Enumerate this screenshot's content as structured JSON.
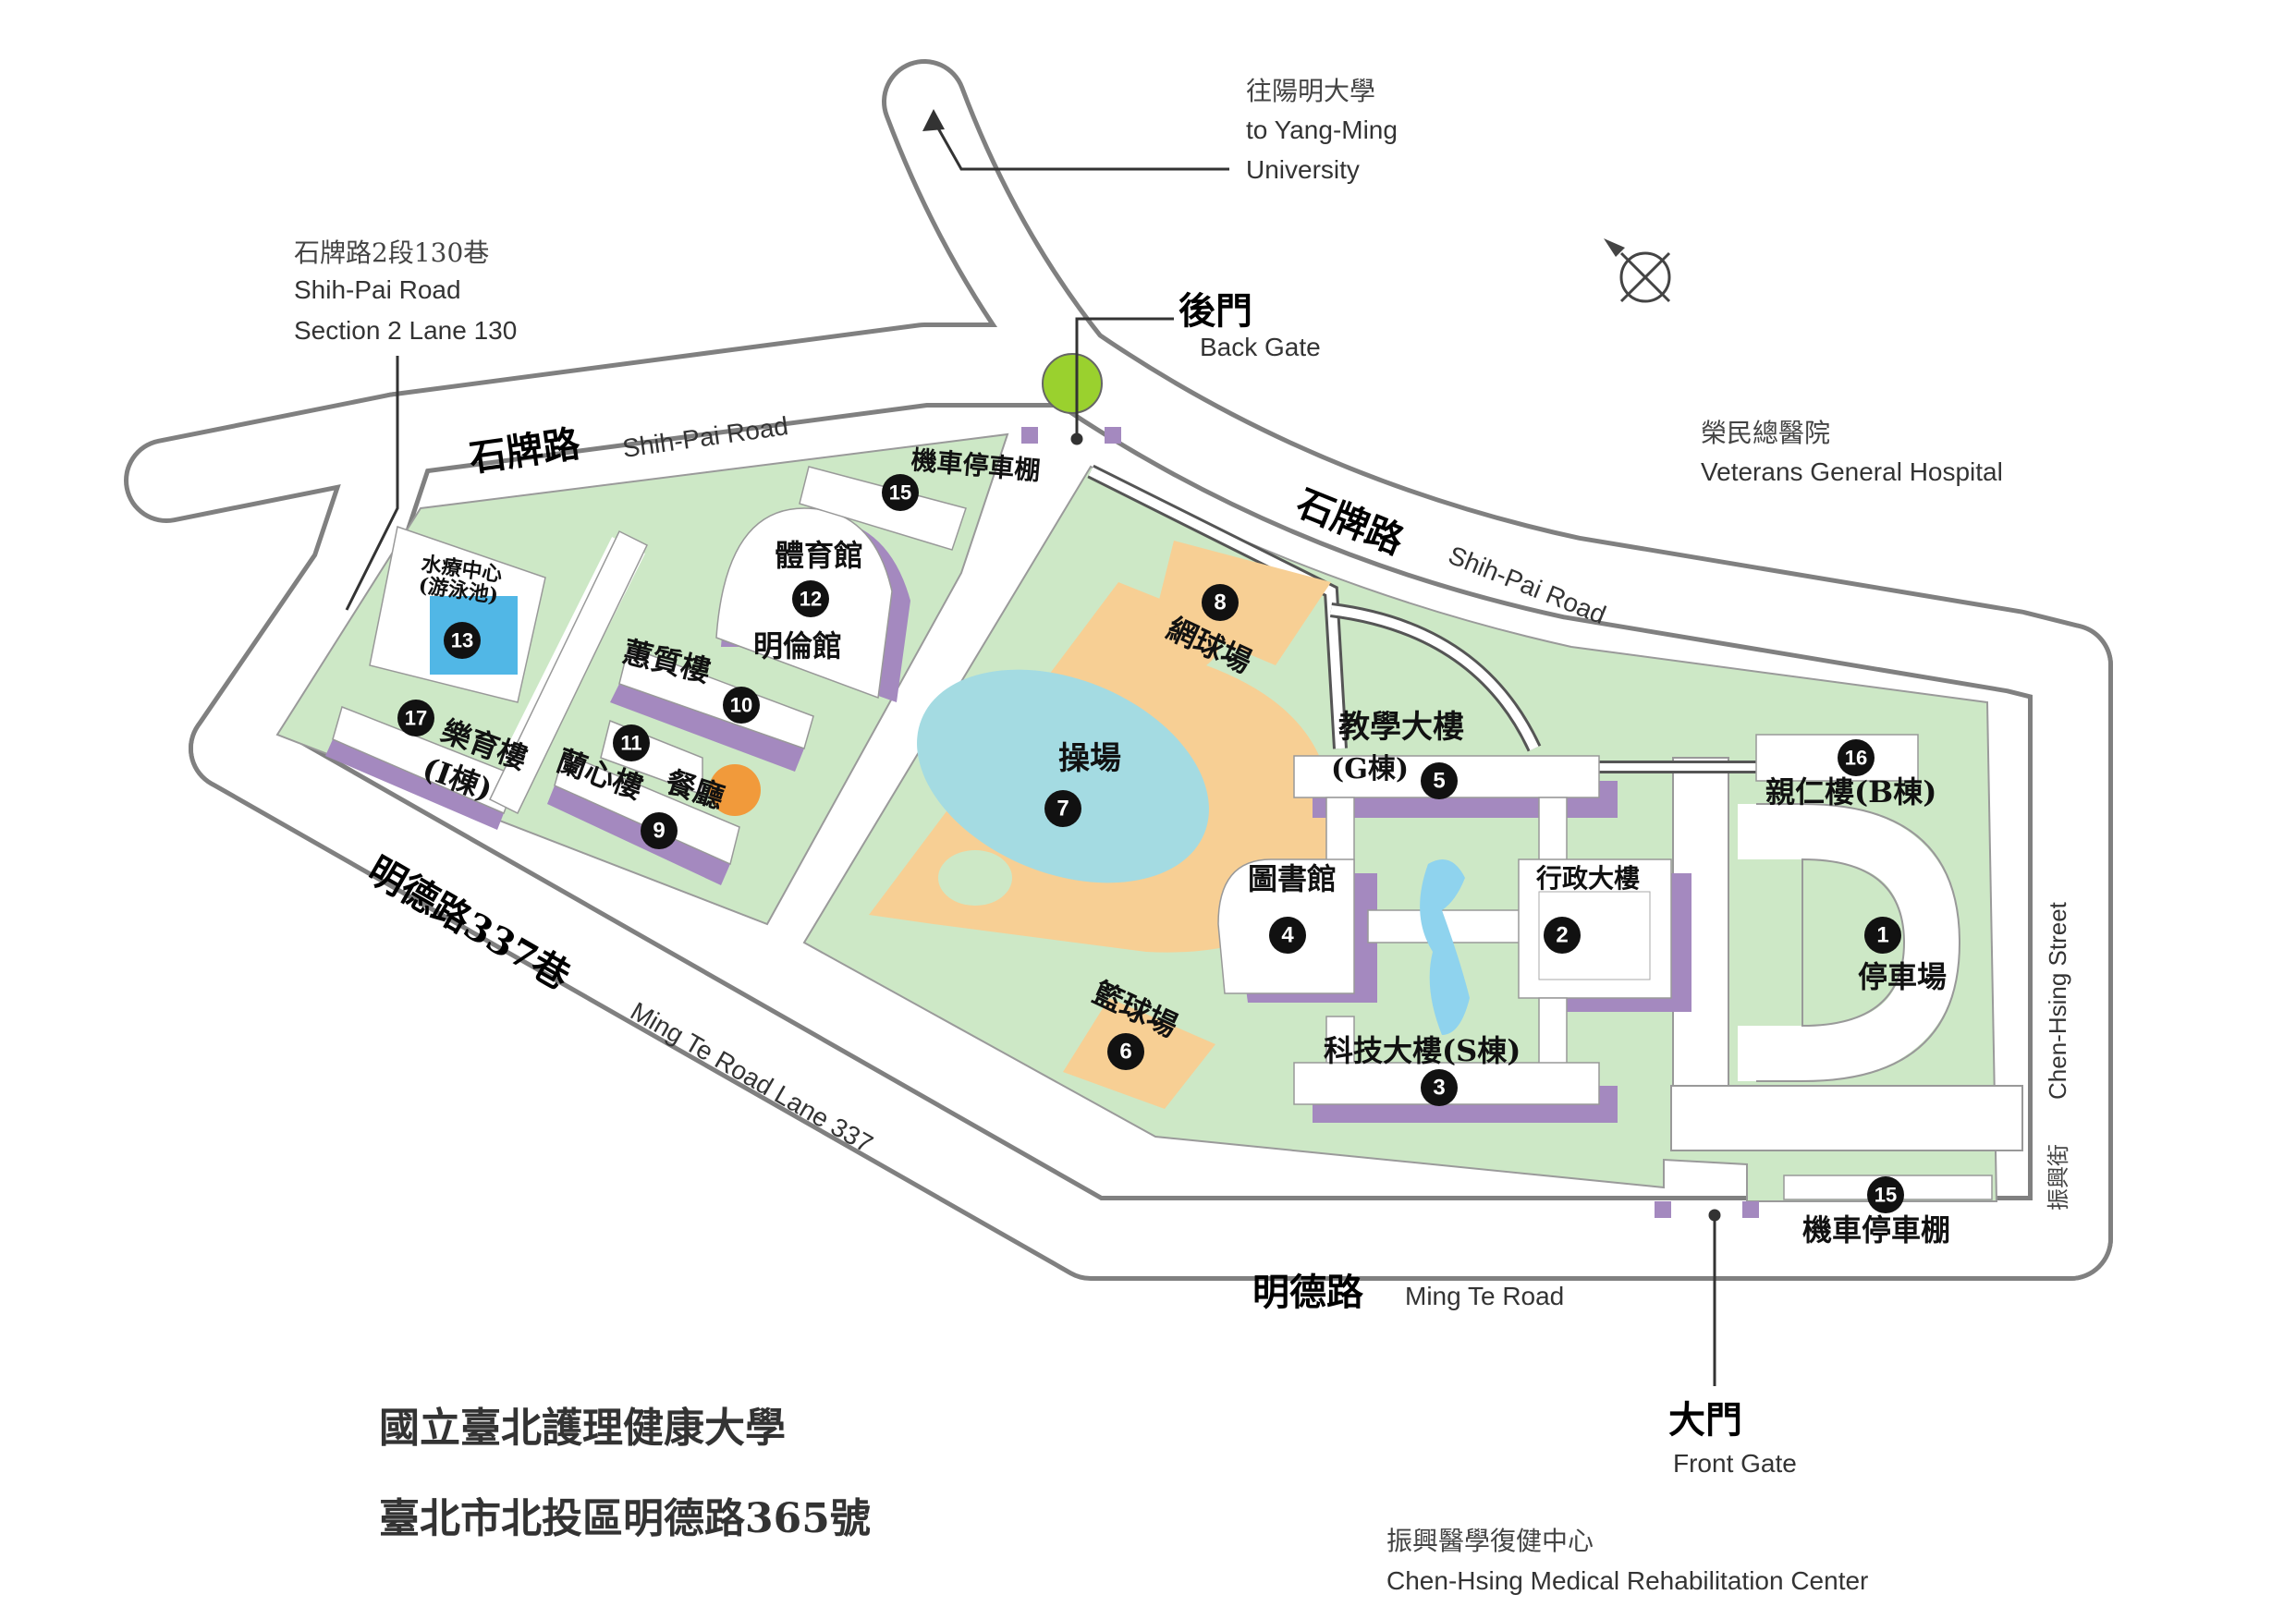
{
  "title": {
    "university": "國立臺北護理健康大學",
    "address": "臺北市北投區明德路365號"
  },
  "roads": {
    "shihpai_west_zh": "石牌路",
    "shihpai_west_en": "Shih-Pai Road",
    "shihpai_east_zh": "石牌路",
    "shihpai_east_en": "Shih-Pai Road",
    "mingte_lane_zh": "明德路337巷",
    "mingte_lane_en": "Ming Te Road Lane 337",
    "mingte_zh": "明德路",
    "mingte_en": "Ming Te Road",
    "chenhsing_zh": "振興街",
    "chenhsing_en": "Chen-Hsing Street"
  },
  "callouts": {
    "yangming_zh": "往陽明大學",
    "yangming_en_1": "to Yang-Ming",
    "yangming_en_2": "University",
    "lane130_zh": "石牌路2段130巷",
    "lane130_en_1": "Shih-Pai Road",
    "lane130_en_2": "Section 2 Lane 130",
    "hospital_zh": "榮民總醫院",
    "hospital_en": "Veterans General Hospital",
    "rehab_zh": "振興醫學復健中心",
    "rehab_en": "Chen-Hsing Medical Rehabilitation Center",
    "back_gate_zh": "後門",
    "back_gate_en": "Back Gate",
    "front_gate_zh": "大門",
    "front_gate_en": "Front Gate"
  },
  "places": {
    "p1": {
      "num": "1",
      "name": "停車場"
    },
    "p2": {
      "num": "2",
      "name": "行政大樓"
    },
    "p3": {
      "num": "3",
      "name": "科技大樓(S棟)"
    },
    "p4": {
      "num": "4",
      "name": "圖書館"
    },
    "p5": {
      "num": "5",
      "name_1": "教學大樓",
      "name_2": "(G棟)"
    },
    "p6": {
      "num": "6",
      "name": "籃球場"
    },
    "p7": {
      "num": "7",
      "name": "操場"
    },
    "p8": {
      "num": "8",
      "name": "網球場"
    },
    "p9": {
      "num": "9",
      "name": "蘭心樓"
    },
    "p10": {
      "num": "10",
      "name": "蕙質樓"
    },
    "p11": {
      "num": "11",
      "name": "餐廳"
    },
    "p12": {
      "num": "12",
      "name_1": "體育館",
      "name_2": "明倫館"
    },
    "p13": {
      "num": "13",
      "name_1": "水療中心",
      "name_2": "(游泳池)"
    },
    "p15a": {
      "num": "15",
      "name": "機車停車棚"
    },
    "p15b": {
      "num": "15",
      "name": "機車停車棚"
    },
    "p16": {
      "num": "16",
      "name": "親仁樓(B棟)"
    },
    "p17": {
      "num": "17",
      "name_1": "樂育樓",
      "name_2": "(I棟)"
    }
  },
  "colors": {
    "campus_green": "#cde8c6",
    "track_orange": "#f7cf94",
    "field_blue": "#a4dbe2",
    "pond_blue": "#8fd3ee",
    "building_shadow": "#a489bf",
    "tree_green": "#9ad12e",
    "restaurant_orange": "#f19a3b",
    "pool_blue": "#51b7e6"
  },
  "icons": {
    "compass": "north-arrow-icon",
    "tree": "tree-icon"
  }
}
